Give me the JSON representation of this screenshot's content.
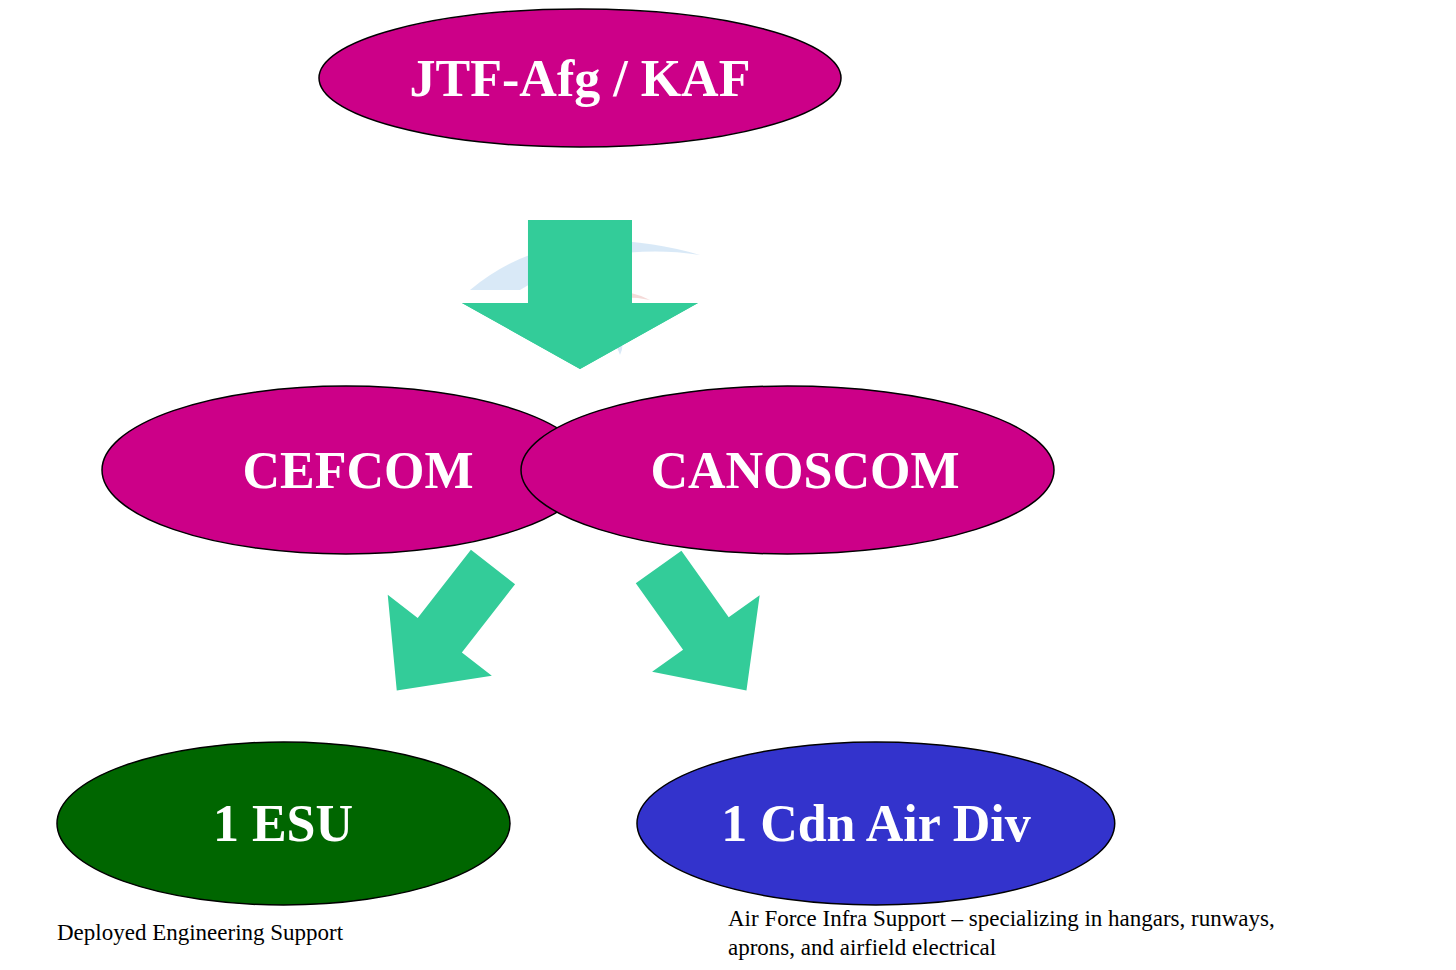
{
  "diagram": {
    "nodes": [
      {
        "text": [
          "JTF-Afg / KAF"
        ]
      },
      {
        "text": [
          "CEFCOM"
        ]
      },
      {
        "text": [
          "CANOSCOM"
        ]
      },
      {
        "text": [
          "1 ESU"
        ]
      },
      {
        "text": [
          "1 Cdn Air Div"
        ]
      }
    ],
    "edges": [
      {
        "from": 0,
        "to": 1,
        "arrow": "to"
      },
      {
        "from": 0,
        "to": 2,
        "arrow": "to"
      },
      {
        "from": 1,
        "to": 3,
        "arrow": "to"
      },
      {
        "from": 2,
        "to": 4,
        "arrow": "to"
      }
    ],
    "labels": [
      "Deployed Engineering Support",
      "Air Force Infra Support – specializing in hangars, runways, aprons, and airfield electrical"
    ]
  }
}
